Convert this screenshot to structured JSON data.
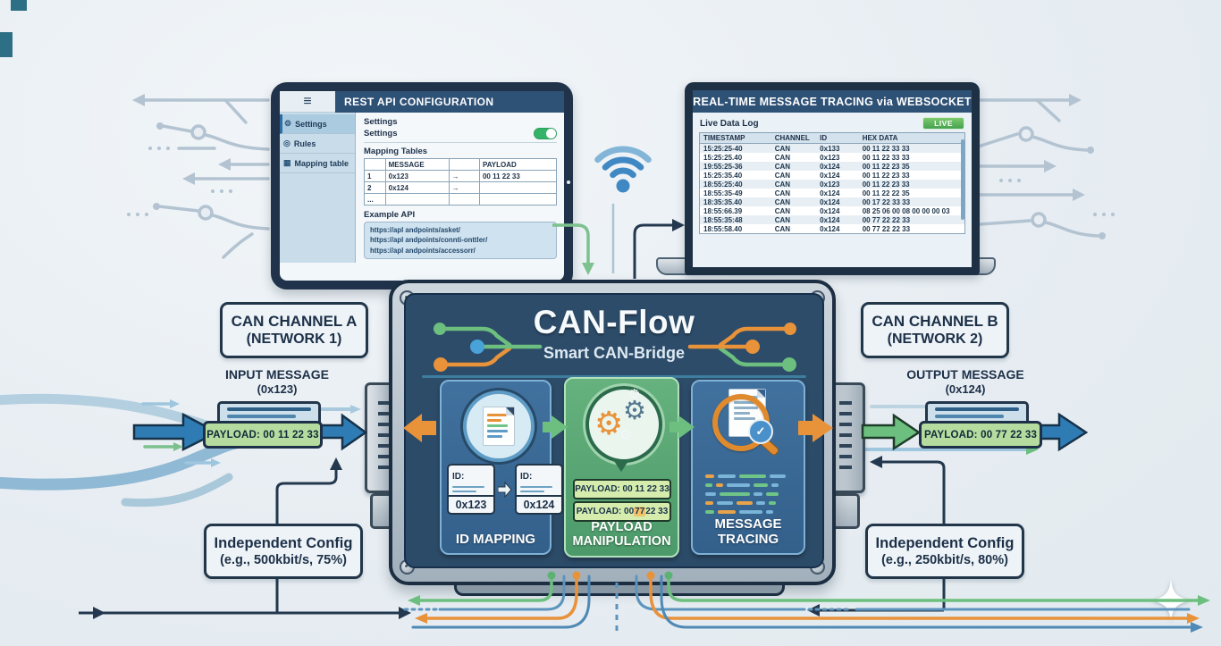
{
  "tablet": {
    "title": "REST API CONFIGURATION",
    "menu_icon": "≡",
    "sidebar": {
      "items": [
        {
          "icon": "⚙",
          "label": "Settings"
        },
        {
          "icon": "◎",
          "label": "Rules"
        },
        {
          "icon": "▦",
          "label": "Mapping table"
        }
      ]
    },
    "settings_heading": "Settings",
    "settings_row_label": "Settings",
    "mapping_heading": "Mapping Tables",
    "mapping_table": {
      "headers": [
        "",
        "MESSAGE",
        "",
        "PAYLOAD"
      ],
      "rows": [
        [
          "1",
          "0x123",
          "→",
          "00 11 22 33"
        ],
        [
          "2",
          "0x124",
          "→",
          ""
        ],
        [
          "...",
          "",
          "",
          ""
        ]
      ]
    },
    "example_heading": "Example API",
    "example_urls": [
      "https://apl andpoints/asket/",
      "https://apl andpoints/connti-onttler/",
      "https://apl andpoints/accessorr/"
    ]
  },
  "laptop": {
    "title": "REAL-TIME MESSAGE TRACING via WEBSOCKET",
    "log_heading": "Live Data Log",
    "live_badge": "LIVE",
    "table": {
      "headers": [
        "TIMESTAMP",
        "CHANNEL",
        "ID",
        "HEX DATA"
      ],
      "rows": [
        [
          "15:25:25-40",
          "CAN",
          "0x133",
          "00 11 22 33 33"
        ],
        [
          "15:25:25.40",
          "CAN",
          "0x123",
          "00 11 22 33 33"
        ],
        [
          "19:55:25-36",
          "CAN",
          "0x124",
          "00 11 22 23 35"
        ],
        [
          "15:25:35.40",
          "CAN",
          "0x124",
          "00 11 22 23 33"
        ],
        [
          "18:55:25:40",
          "CAN",
          "0x123",
          "00 11 22 23 33"
        ],
        [
          "18:55:35-49",
          "CAN",
          "0x124",
          "00 11 22 22 35"
        ],
        [
          "18:35:35.40",
          "CAN",
          "0x124",
          "00 17 22 33 33"
        ],
        [
          "18:55:66.39",
          "CAN",
          "0x124",
          "08 25 06 00 08 00 00 00 03"
        ],
        [
          "18:55:35:48",
          "CAN",
          "0x124",
          "00 77 22 22 33"
        ],
        [
          "18:55:58.40",
          "CAN",
          "0x124",
          "00 77 22 22 33"
        ]
      ]
    }
  },
  "device": {
    "title": "CAN-Flow",
    "subtitle": "Smart CAN-Bridge",
    "id_mapping": {
      "label": "ID MAPPING",
      "from_label": "ID:",
      "from_value": "0x123",
      "to_label": "ID:",
      "to_value": "0x124"
    },
    "payload": {
      "label_line1": "PAYLOAD",
      "label_line2": "MANIPULATION",
      "chip1": "PAYLOAD: 00 11 22 33",
      "chip2_prefix": "PAYLOAD: 00 ",
      "chip2_hl": "77",
      "chip2_suffix": " 22 33"
    },
    "tracing": {
      "label_line1": "MESSAGE",
      "label_line2": "TRACING"
    }
  },
  "channel_a": {
    "line1": "CAN CHANNEL A",
    "line2": "(NETWORK 1)"
  },
  "input_message": {
    "line1": "INPUT MESSAGE",
    "line2": "(0x123)",
    "payload": "PAYLOAD: 00 11 22 33"
  },
  "channel_b": {
    "line1": "CAN CHANNEL B",
    "line2": "(NETWORK 2)"
  },
  "output_message": {
    "line1": "OUTPUT MESSAGE",
    "line2": "(0x124)",
    "payload": "PAYLOAD: 00 77 22 33"
  },
  "config_a": {
    "line1": "Independent Config",
    "line2": "(e.g., 500kbit/s, 75%)"
  },
  "config_b": {
    "line1": "Independent Config",
    "line2": "(e.g., 250kbit/s, 80%)"
  },
  "colors": {
    "accent_blue": "#2f7cb5",
    "accent_green": "#6cbf7e",
    "accent_orange": "#e8923a",
    "navy": "#22364a",
    "live_green": "#45a24e",
    "wifi_blue": "#3f88c4"
  }
}
